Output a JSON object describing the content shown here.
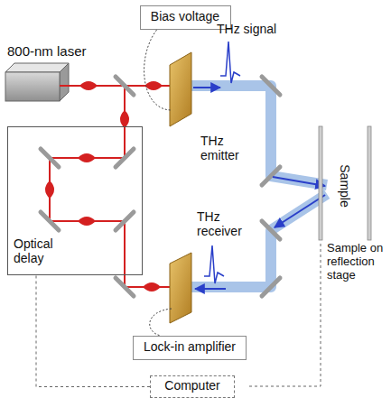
{
  "diagram": {
    "nodes": [
      {
        "text": [
          "Bias voltage"
        ]
      },
      {
        "text": [
          "Optical delay"
        ]
      },
      {
        "text": [
          "Sample"
        ]
      },
      {
        "text": [
          "Lock-in amplifier"
        ]
      },
      {
        "text": [
          "Computer"
        ]
      }
    ],
    "edges": [
      {
        "from": 4,
        "to": 1,
        "arrow": "none"
      }
    ],
    "labels": [
      "800-nm laser",
      "THz signal",
      "THz emitter",
      "THz receiver",
      "Sample on reflection stage"
    ]
  }
}
